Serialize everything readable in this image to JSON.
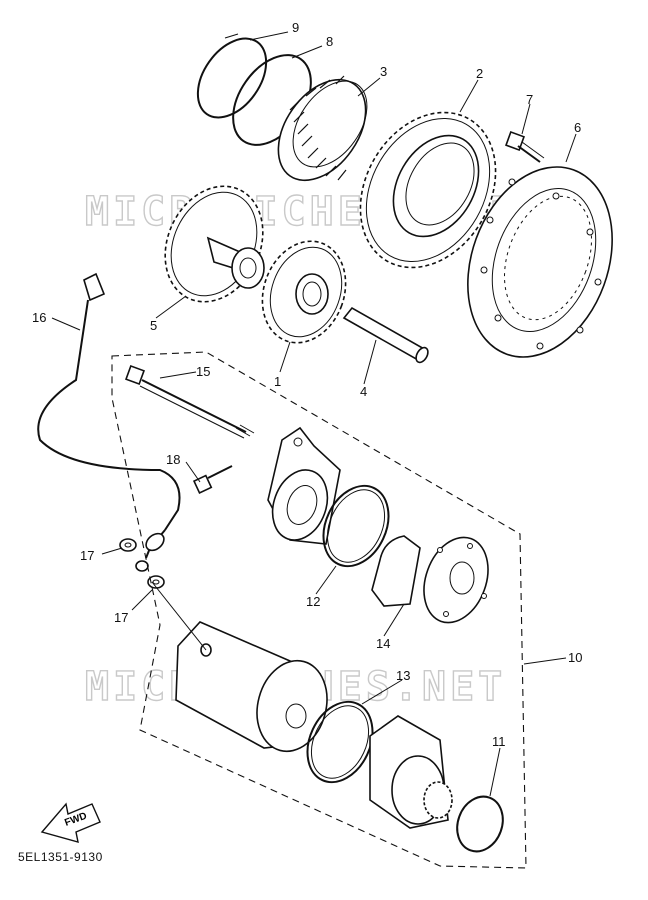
{
  "watermark": {
    "text": "MICROFICHES.NET"
  },
  "diagram_code": "5EL1351-9130",
  "fwd_label": "FWD",
  "parts": [
    {
      "id": "1"
    },
    {
      "id": "2"
    },
    {
      "id": "3"
    },
    {
      "id": "4"
    },
    {
      "id": "5"
    },
    {
      "id": "6"
    },
    {
      "id": "7"
    },
    {
      "id": "8"
    },
    {
      "id": "9"
    },
    {
      "id": "10"
    },
    {
      "id": "11"
    },
    {
      "id": "12"
    },
    {
      "id": "13"
    },
    {
      "id": "14"
    },
    {
      "id": "15"
    },
    {
      "id": "16"
    },
    {
      "id": "17"
    },
    {
      "id": "17"
    },
    {
      "id": "18"
    }
  ]
}
